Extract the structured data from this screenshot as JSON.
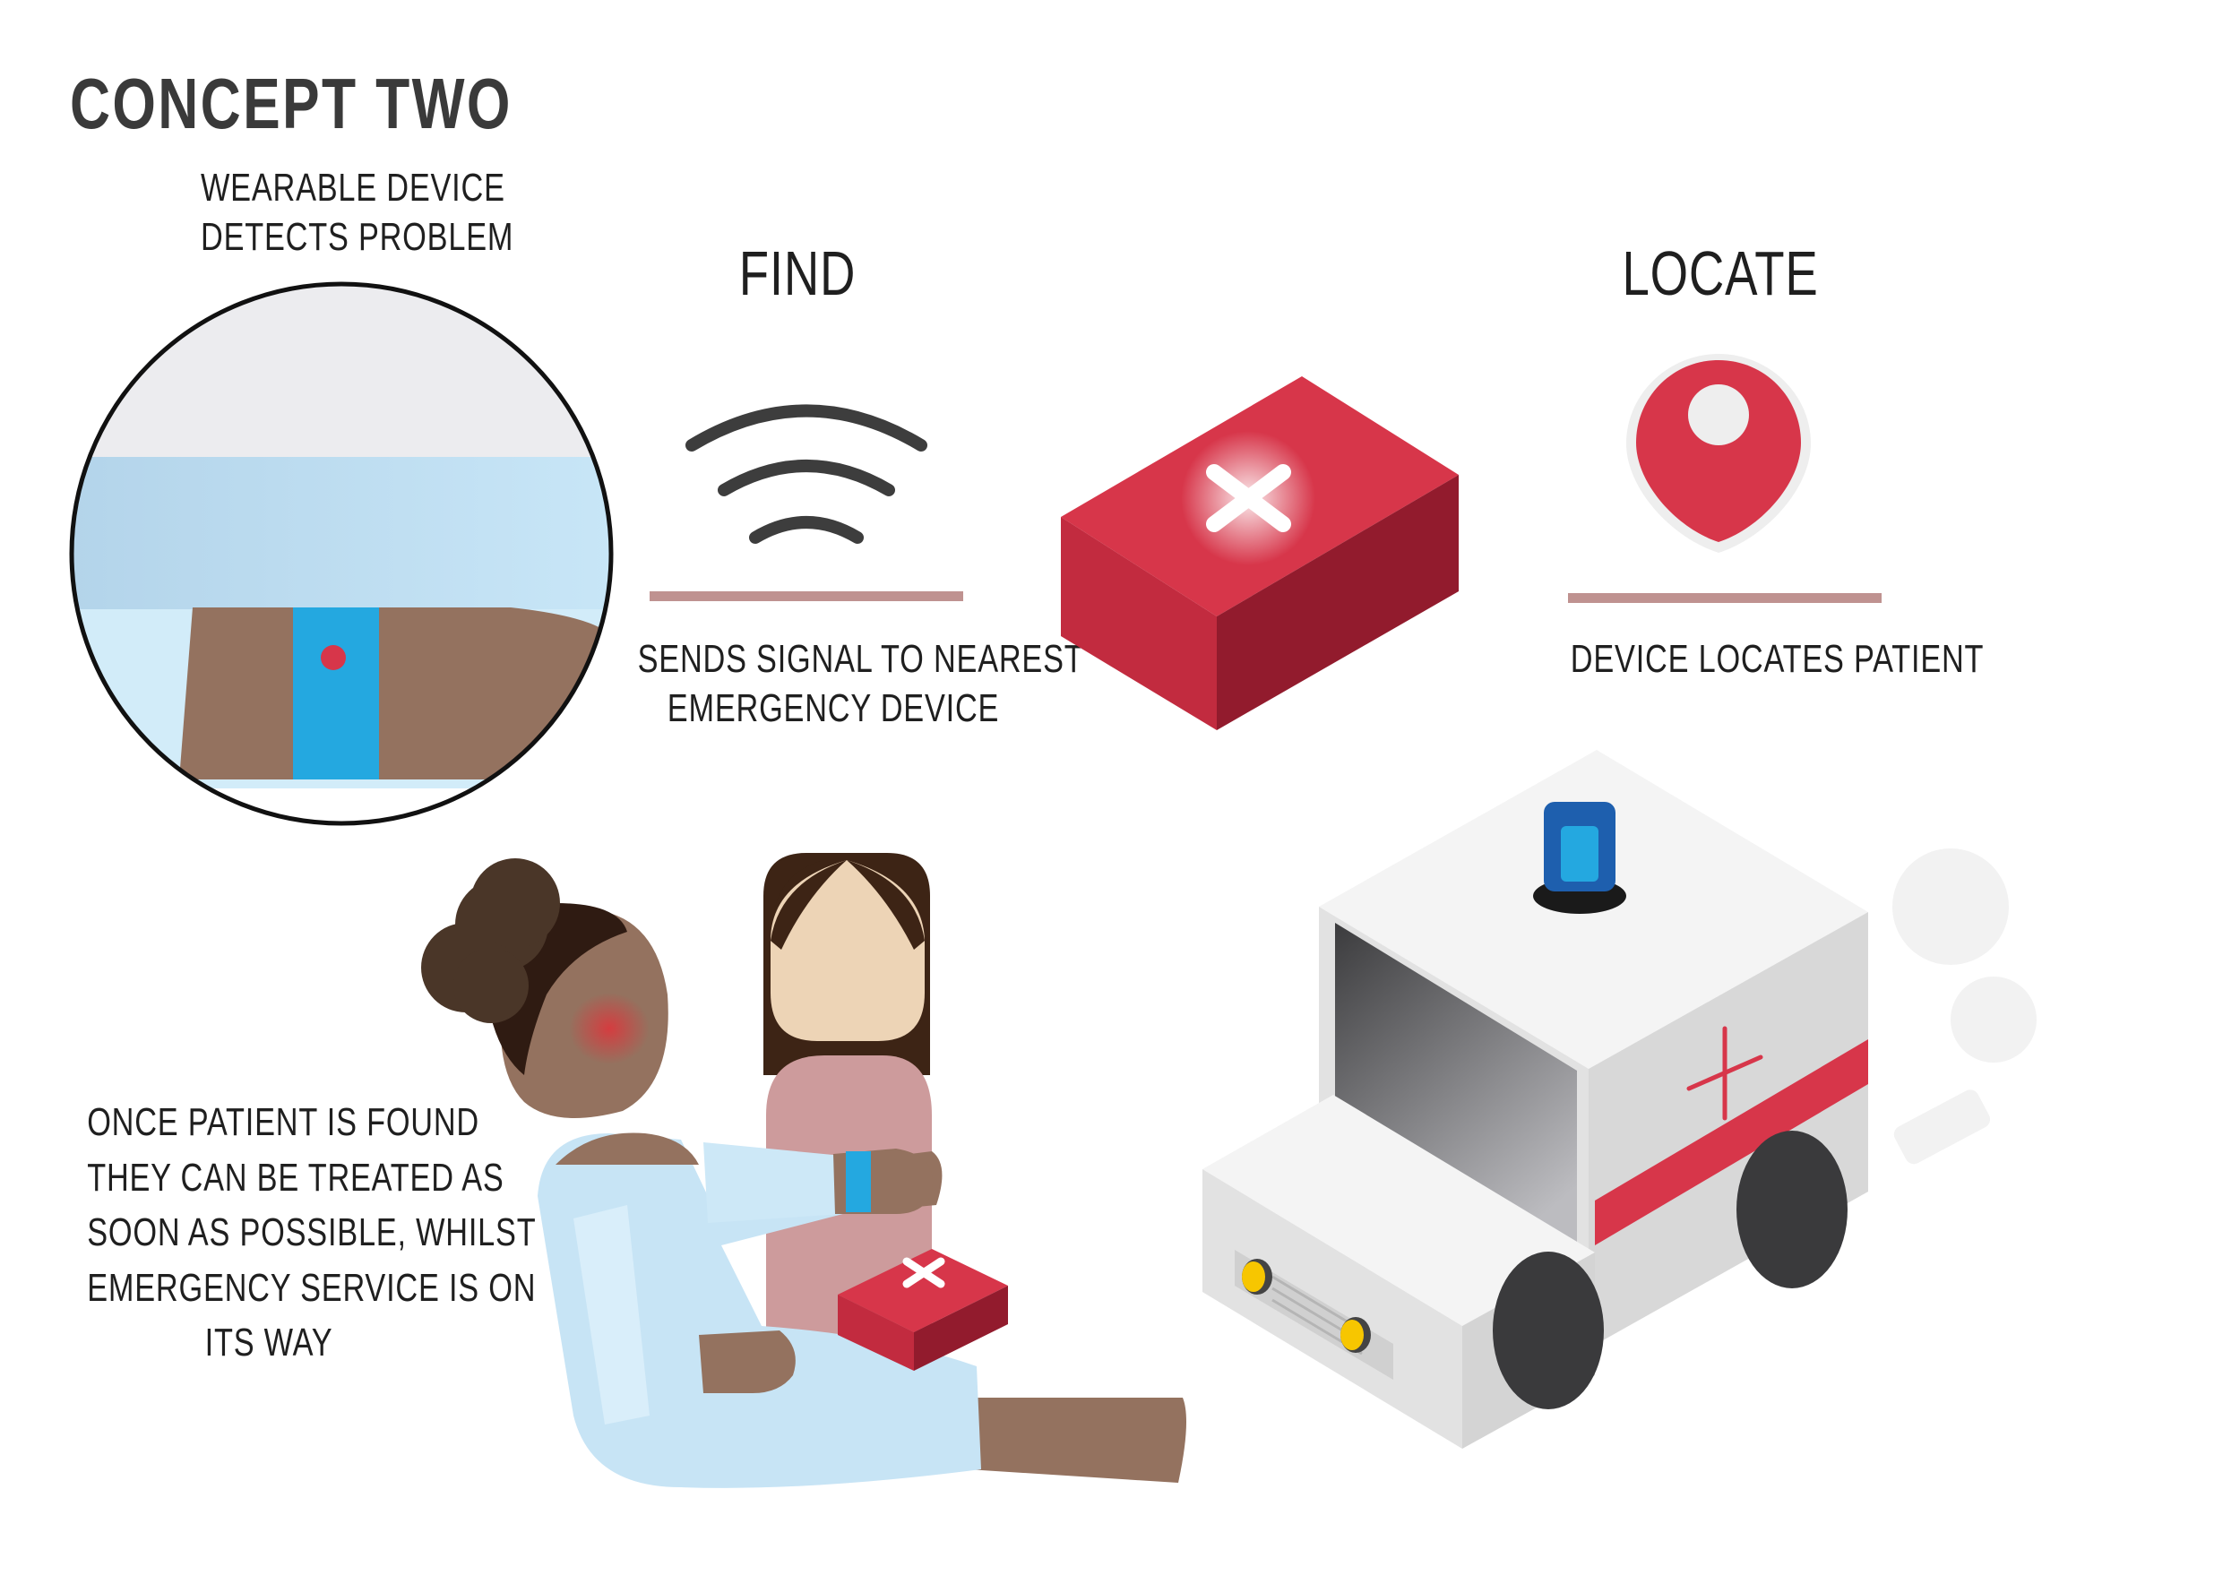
{
  "title": "CONCEPT  TWO",
  "steps": {
    "wearable": {
      "line1": "WEARABLE DEVICE",
      "line2": "DETECTS PROBLEM"
    },
    "find": {
      "heading": "FIND",
      "line1": "SENDS SIGNAL TO NEAREST",
      "line2": "EMERGENCY DEVICE"
    },
    "locate": {
      "heading": "LOCATE",
      "line1": "DEVICE LOCATES PATIENT"
    },
    "treat": {
      "line1": "ONCE PATIENT IS FOUND",
      "line2": "THEY CAN BE TREATED AS",
      "line3": "SOON AS POSSIBLE, WHILST",
      "line4": "EMERGENCY SERVICE IS ON",
      "line5": "ITS WAY"
    }
  },
  "colors": {
    "accent_red": "#d7364a",
    "device_blue": "#24a8e0",
    "skin_dark": "#94725f",
    "divider": "#bf9290",
    "sleeve": "#c7e4f5"
  },
  "icons": [
    "wifi-signal-icon",
    "map-pin-icon",
    "first-aid-kit-icon",
    "ambulance-icon",
    "siren-icon"
  ]
}
